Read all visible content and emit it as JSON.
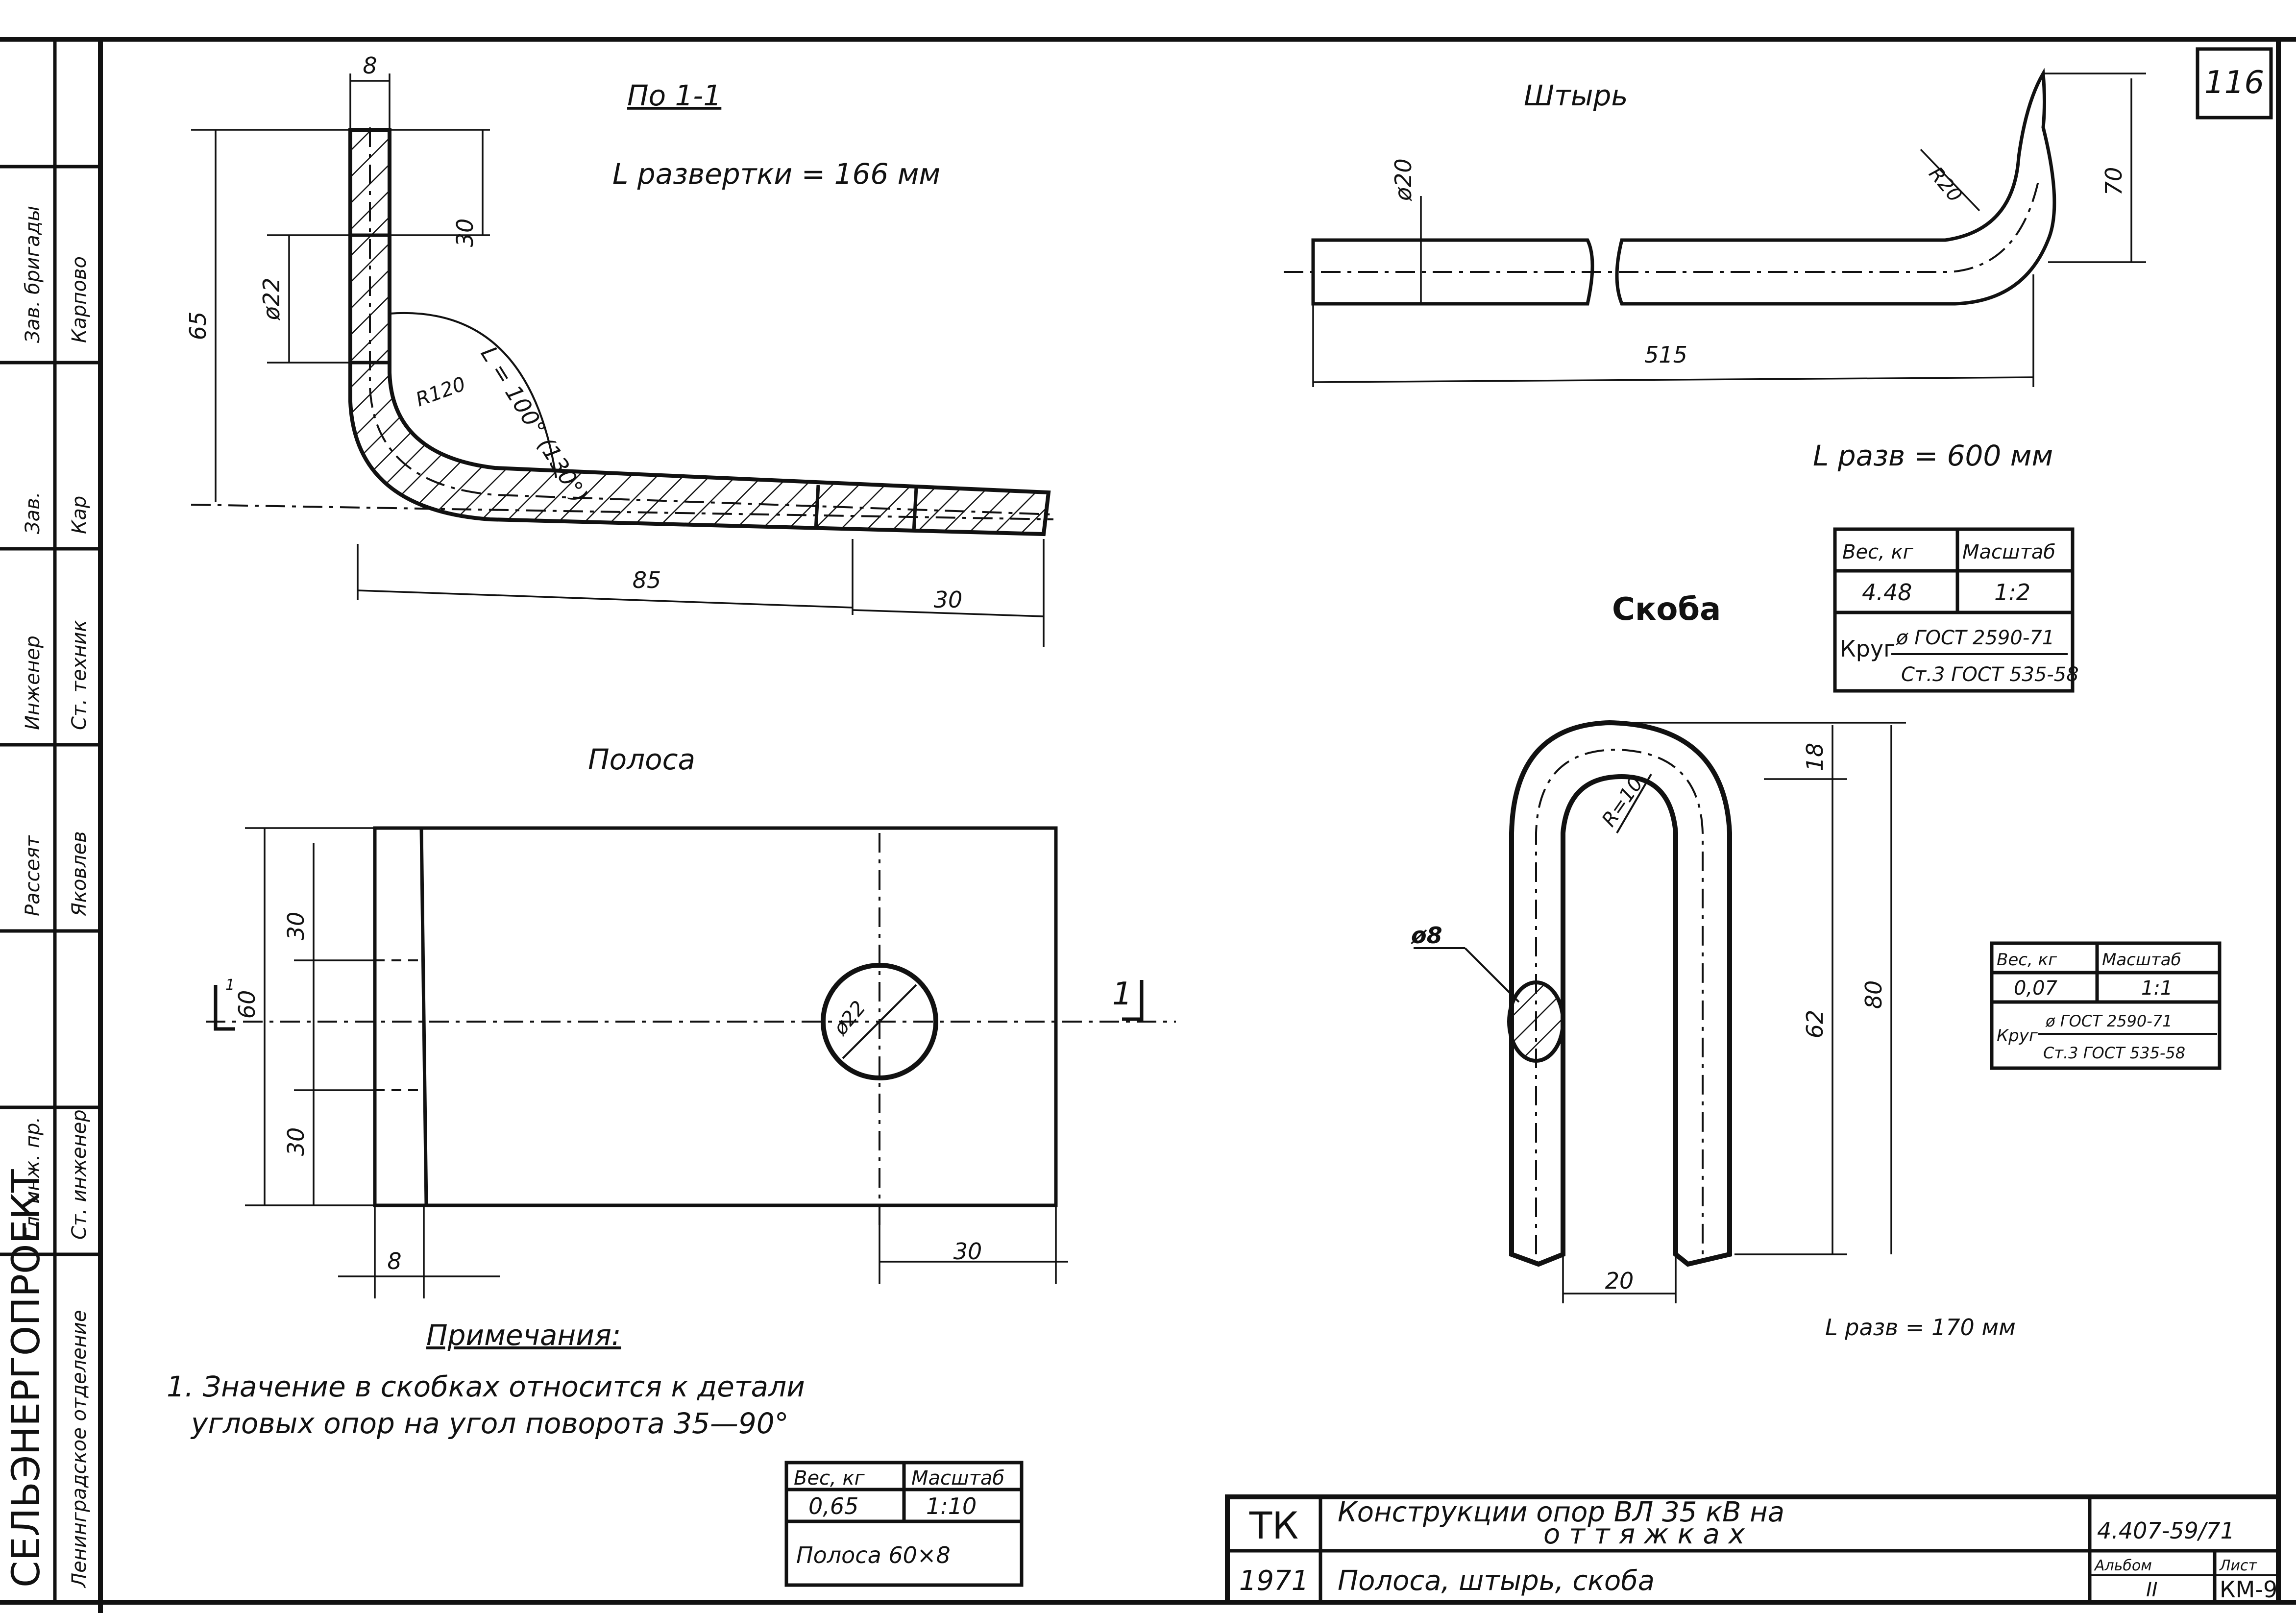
{
  "sheet_number": "116",
  "side_stamp": {
    "org": "СЕЛЬЭНЕРГОПРОЕКТ",
    "dept": "Ленинградское отделение",
    "rows": [
      {
        "role": "Гл. инж. пр.",
        "sign": ""
      },
      {
        "role": "Ст. инженер",
        "sign": ""
      },
      {
        "role": "Рассеят",
        "sign": "Яковлев"
      },
      {
        "role": "Инженер",
        "sign": "Ст. техник"
      },
      {
        "role": "Зав.",
        "sign": "Кар"
      },
      {
        "role": "Зав. бригады",
        "sign": "Карпово"
      }
    ]
  },
  "strip_section": {
    "title": "По 1-1",
    "dev_length": "L развертки = 166 мм",
    "angle": "L = 100° (130°)",
    "dims": {
      "width": "8",
      "total_h": "65",
      "top": "30",
      "hole_d": "ø22",
      "radius": "R120",
      "b": "85",
      "c": "30"
    }
  },
  "strip_plan": {
    "title": "Полоса",
    "section_mark": "1",
    "dims": {
      "h_total": "60",
      "h_top": "30",
      "h_bot": "30",
      "hole_d": "ø22",
      "w_left": "8",
      "w_right": "30"
    }
  },
  "pin": {
    "title": "Штырь",
    "dev_length": "L разв = 600 мм",
    "dims": {
      "dia": "ø20",
      "radius": "R20",
      "height": "70",
      "length": "515"
    },
    "spec": {
      "weight_hdr": "Вес, кг",
      "scale_hdr": "Масштаб",
      "weight": "4.48",
      "scale": "1:2",
      "material_label": "Круг",
      "material_top": "ø ГОСТ 2590-71",
      "material_bot": "Ст.3 ГОСТ 535-58"
    }
  },
  "bracket": {
    "title": "Скоба",
    "dev_length": "L разв = 170 мм",
    "dims": {
      "rod_d": "ø8",
      "radius": "R=10",
      "top": "18",
      "h_mid": "62",
      "h_total": "80",
      "width": "20"
    },
    "spec": {
      "weight_hdr": "Вес, кг",
      "scale_hdr": "Масштаб",
      "weight": "0,07",
      "scale": "1:1",
      "material_label": "Круг",
      "material_top": "ø ГОСТ 2590-71",
      "material_bot": "Ст.3 ГОСТ 535-58"
    }
  },
  "notes": {
    "title": "Примечания:",
    "line1": "1. Значение в скобках относится к детали",
    "line2": "угловых опор на угол поворота 35—90°"
  },
  "strip_spec": {
    "weight_hdr": "Вес, кг",
    "scale_hdr": "Масштаб",
    "weight": "0,65",
    "scale": "1:10",
    "desc": "Полоса 60×8"
  },
  "title_block": {
    "tk": "ТК",
    "year": "1971",
    "title1": "Конструкции опор ВЛ 35 кВ на",
    "title2": "оттяжках",
    "subtitle": "Полоса, штырь, скоба",
    "code": "4.407-59/71",
    "album_hdr": "Альбом",
    "album": "II",
    "sheet_hdr": "Лист",
    "sheet": "КМ-9"
  }
}
